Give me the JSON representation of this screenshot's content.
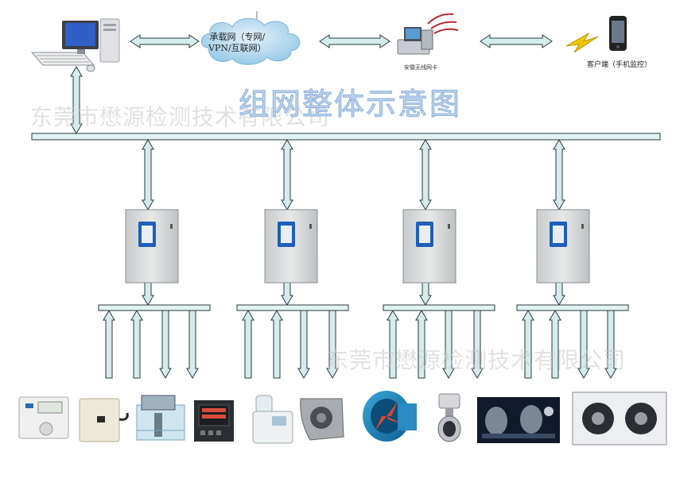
{
  "title": "组网整体示意图",
  "watermarks": [
    "东莞市懋源检测技术有限公司",
    "东莞市懋源检测技术有限公司"
  ],
  "network": {
    "cloud_label_line1": "承载网（专网/",
    "cloud_label_line2": "VPN/互联网）",
    "router_label": "安徽无线网卡",
    "client_label": "客户端（手机监控）"
  },
  "nodes": [
    {
      "id": "pc",
      "name": "computer-icon"
    },
    {
      "id": "cloud",
      "name": "cloud-network-icon"
    },
    {
      "id": "router",
      "name": "wireless-router-icon"
    },
    {
      "id": "phone",
      "name": "mobile-phone-icon"
    }
  ],
  "controllers": [
    {
      "name": "control-cabinet-1"
    },
    {
      "name": "control-cabinet-2"
    },
    {
      "name": "control-cabinet-3"
    },
    {
      "name": "control-cabinet-4"
    }
  ],
  "devices": [
    {
      "name": "temperature-humidity-sensor-icon"
    },
    {
      "name": "wall-sensor-box-icon"
    },
    {
      "name": "water-dispenser-device-icon"
    },
    {
      "name": "power-meter-icon"
    },
    {
      "name": "humidifier-icon"
    },
    {
      "name": "centrifugal-fan-icon"
    },
    {
      "name": "axial-fan-icon"
    },
    {
      "name": "electric-valve-icon"
    },
    {
      "name": "condensing-unit-icon"
    },
    {
      "name": "air-cooler-icon"
    }
  ],
  "colors": {
    "arrow_fill": "#d4ecec",
    "arrow_stroke": "#2a3a3a",
    "bus_fill": "#e2f2f2",
    "title": "#bcd3ee",
    "cloud": "#9ccbe8"
  }
}
